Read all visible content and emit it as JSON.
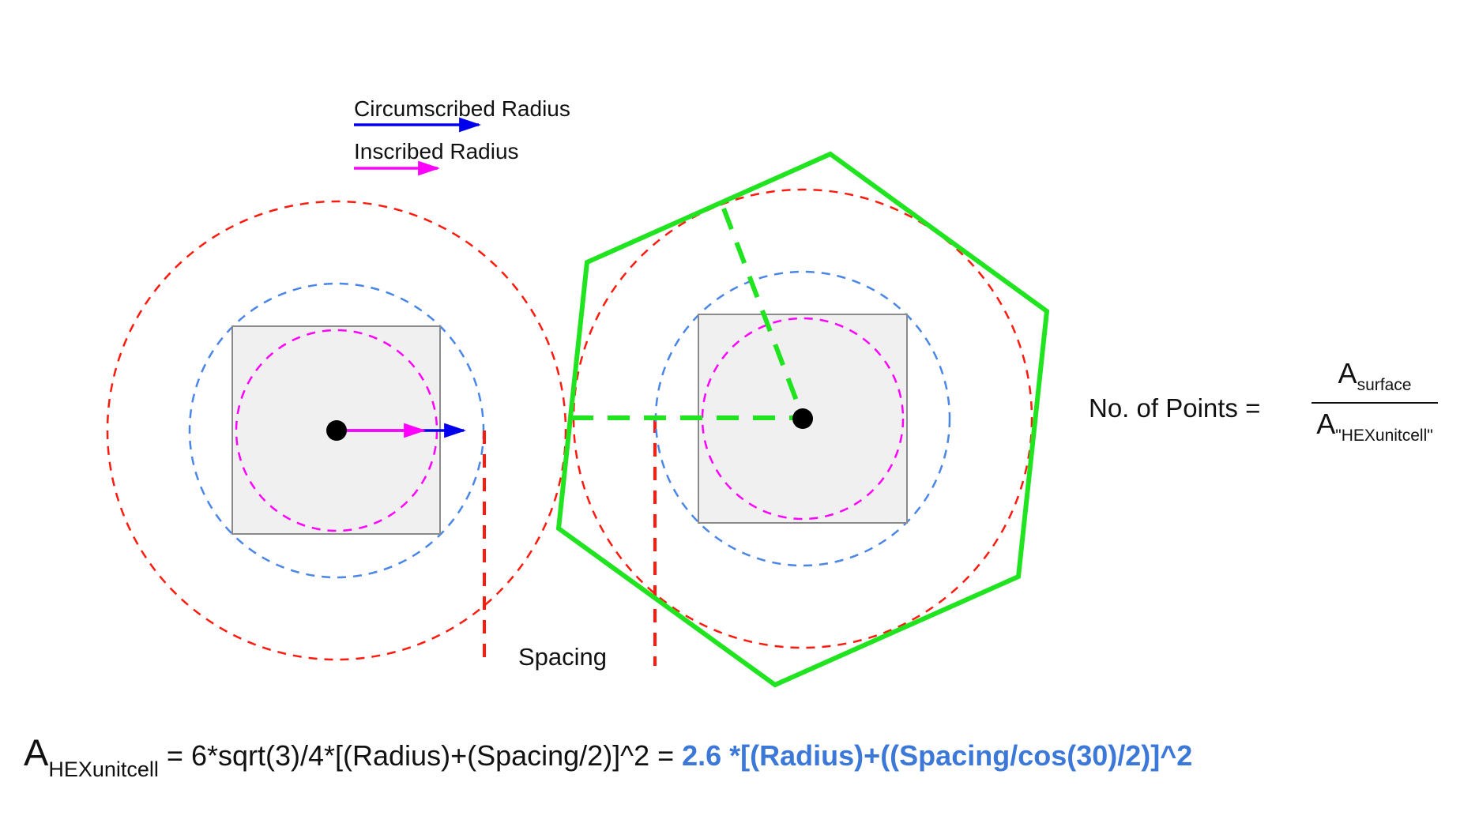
{
  "legend": {
    "circumscribed_label": "Circumscribed Radius",
    "inscribed_label": "Inscribed Radius"
  },
  "diagram_labels": {
    "spacing": "Spacing"
  },
  "points_formula": {
    "lhs": "No. of Points =",
    "numerator": {
      "base": "A",
      "subscript": "surface"
    },
    "denominator": {
      "base": "A",
      "subscript": "\"HEXunitcell\""
    }
  },
  "unitcell_formula": {
    "base": "A",
    "subscript": "HEXunitcell",
    "expression": " = 6*sqrt(3)/4*[(Radius)+(Spacing/2)]^2 = ",
    "highlighted_expression": "2.6 *[(Radius)+((Spacing/cos(30)/2)]^2"
  },
  "colors": {
    "red_dashed": "#ff1a0e",
    "blue_dashed": "#4a86e8",
    "magenta_dashed": "#ff00ff",
    "green_hex": "#21e421",
    "arrow_blue": "#0000ee",
    "arrow_magenta": "#ff00ff",
    "formula_highlight_blue": "#3c78d8",
    "square_fill": "#f0f0f0",
    "square_border": "#8a8a8a",
    "dot_black": "#000000"
  }
}
